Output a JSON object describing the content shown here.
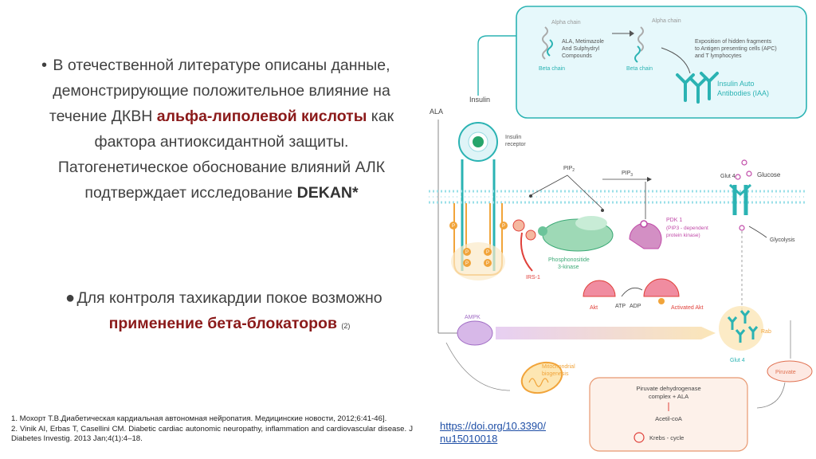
{
  "bullet1": {
    "p1": "В отечественной литературе описаны данные, демонстрирующие положительное влияние на течение ДКВН ",
    "em": "альфа-липолевой кислоты",
    "p2": " как фактора антиоксидантной защиты. Патогенетическое обоснование влияний АЛК подтверждает исследование ",
    "bold": "DEKAN*"
  },
  "bullet2": {
    "p1": "Для контроля тахикардии покое возможно ",
    "em": "применение бета-блокаторов",
    "ref": "(2)"
  },
  "references": [
    "1. Мохорт Т.В.Диабетическая кардиальная автономная нейропатия. Медицинские новости, 2012;6:41-46].",
    "2. Vinik AI, Erbas T, Casellini CM. Diabetic cardiac autonomic neuropathy, inflammation and cardiovascular disease. J Diabetes Investig. 2013 Jan;4(1):4–18."
  ],
  "doi_link": {
    "line1": "https://doi.org/10.3390/",
    "line2": "nu15010018"
  },
  "diagram": {
    "alpha_chain_1": "Alpha chain",
    "beta_chain_1": "Beta chain",
    "ala_compounds": [
      "ALA, Metimazole",
      "And Sulphydryl",
      "Compounds"
    ],
    "alpha_chain_2": "Alpha chain",
    "beta_chain_2": "Beta chain",
    "exposition": [
      "Exposition of hidden fragments",
      "to Antigen presenting cells (APC)",
      "and T lymphocytes"
    ],
    "iaa": [
      "Insulin Auto",
      "Antibodies (IAA)"
    ],
    "ala": "ALA",
    "insulin": "Insulin",
    "insulin_receptor": [
      "Insulin",
      "receptor"
    ],
    "pip2": "PIP",
    "pip2_sub": "2",
    "pip3": "PIP",
    "pip3_sub": "3",
    "glut4_top": "Glut 4",
    "glucose": "Glucose",
    "pdk1": [
      "PDK 1",
      "(PIP3 - dependent",
      "protein kinase)"
    ],
    "glycolysis": "Glycolysis",
    "irs1": "IRS-1",
    "pi3k": [
      "Phosphonositide",
      "3-kinase"
    ],
    "akt": "Akt",
    "atp": "ATP",
    "adp": "ADP",
    "activated_akt": "Activated Akt",
    "ampk": "AMPK",
    "rab": "Rab",
    "glut4_bottom": "Glut 4",
    "mito": [
      "Mitochondrial",
      "biogenesis"
    ],
    "pyruvate": "Piruvate",
    "pdh": [
      "Piruvate dehydrogenase",
      "complex + ALA"
    ],
    "acetyl": "Acetil-coA",
    "krebs": "Krebs - cycle",
    "p_label": "P",
    "colors": {
      "teal": "#2bb3b3",
      "orange": "#f1a43a",
      "green": "#3daa77",
      "magenta": "#c04aa8",
      "red": "#e0413b"
    }
  }
}
